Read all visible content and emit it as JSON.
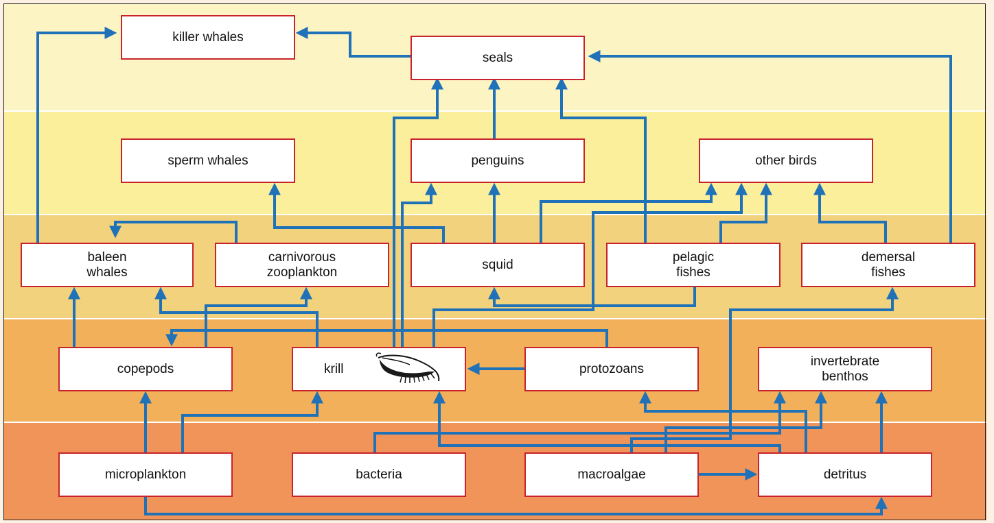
{
  "diagram": {
    "colors": {
      "arrow": "#1f71b8",
      "box_border": "#c8232c",
      "box_fill": "#ffffff",
      "bands": [
        "#fdf4c4",
        "#fbef9c",
        "#f3d27e",
        "#f2b05a",
        "#f0945a"
      ]
    },
    "nodes": [
      {
        "id": "killer-whales",
        "label": "killer whales"
      },
      {
        "id": "seals",
        "label": "seals"
      },
      {
        "id": "sperm-whales",
        "label": "sperm whales"
      },
      {
        "id": "penguins",
        "label": "penguins"
      },
      {
        "id": "other-birds",
        "label": "other birds"
      },
      {
        "id": "baleen-whales",
        "label": "baleen\nwhales"
      },
      {
        "id": "carnivorous-zooplankton",
        "label": "carnivorous\nzooplankton"
      },
      {
        "id": "squid",
        "label": "squid"
      },
      {
        "id": "pelagic-fishes",
        "label": "pelagic\nfishes"
      },
      {
        "id": "demersal-fishes",
        "label": "demersal\nfishes"
      },
      {
        "id": "copepods",
        "label": "copepods"
      },
      {
        "id": "krill",
        "label": "krill",
        "icon": "krill-icon"
      },
      {
        "id": "protozoans",
        "label": "protozoans"
      },
      {
        "id": "invertebrate-benthos",
        "label": "invertebrate\nbenthos"
      },
      {
        "id": "microplankton",
        "label": "microplankton"
      },
      {
        "id": "bacteria",
        "label": "bacteria"
      },
      {
        "id": "macroalgae",
        "label": "macroalgae"
      },
      {
        "id": "detritus",
        "label": "detritus"
      }
    ],
    "links": [
      {
        "from": "seals",
        "to": "killer-whales"
      },
      {
        "from": "baleen-whales",
        "to": "killer-whales"
      },
      {
        "from": "penguins",
        "to": "seals"
      },
      {
        "from": "krill",
        "to": "seals"
      },
      {
        "from": "pelagic-fishes",
        "to": "seals"
      },
      {
        "from": "demersal-fishes",
        "to": "seals"
      },
      {
        "from": "squid",
        "to": "sperm-whales"
      },
      {
        "from": "squid",
        "to": "penguins"
      },
      {
        "from": "krill",
        "to": "penguins"
      },
      {
        "from": "squid",
        "to": "other-birds"
      },
      {
        "from": "krill",
        "to": "other-birds"
      },
      {
        "from": "pelagic-fishes",
        "to": "other-birds"
      },
      {
        "from": "demersal-fishes",
        "to": "other-birds"
      },
      {
        "from": "carnivorous-zooplankton",
        "to": "baleen-whales"
      },
      {
        "from": "copepods",
        "to": "baleen-whales"
      },
      {
        "from": "krill",
        "to": "baleen-whales"
      },
      {
        "from": "copepods",
        "to": "carnivorous-zooplankton"
      },
      {
        "from": "pelagic-fishes",
        "to": "squid"
      },
      {
        "from": "macroalgae",
        "to": "demersal-fishes"
      },
      {
        "from": "protozoans",
        "to": "copepods"
      },
      {
        "from": "protozoans",
        "to": "krill"
      },
      {
        "from": "microplankton",
        "to": "copepods"
      },
      {
        "from": "microplankton",
        "to": "krill"
      },
      {
        "from": "detritus",
        "to": "krill"
      },
      {
        "from": "detritus",
        "to": "protozoans"
      },
      {
        "from": "bacteria",
        "to": "invertebrate-benthos"
      },
      {
        "from": "macroalgae",
        "to": "invertebrate-benthos"
      },
      {
        "from": "detritus",
        "to": "invertebrate-benthos"
      },
      {
        "from": "macroalgae",
        "to": "detritus"
      },
      {
        "from": "microplankton",
        "to": "detritus"
      }
    ]
  }
}
